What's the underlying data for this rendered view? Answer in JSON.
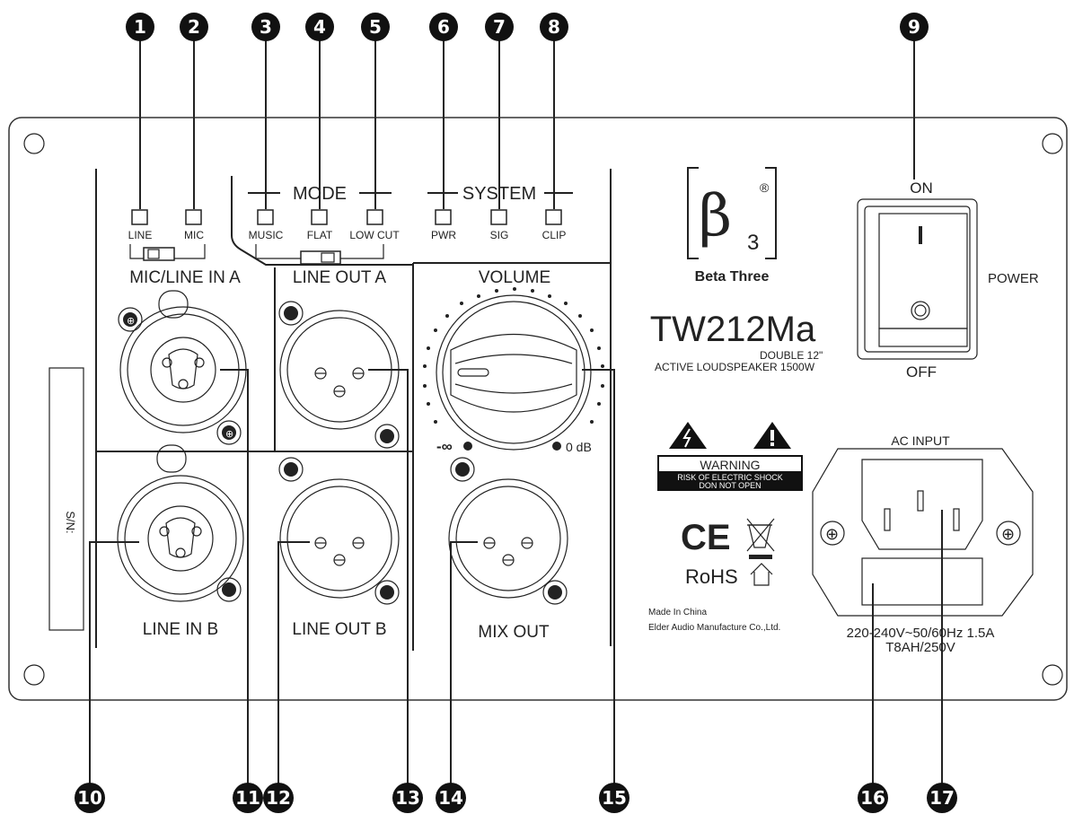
{
  "callouts_top": [
    "1",
    "2",
    "3",
    "4",
    "5",
    "6",
    "7",
    "8",
    "9"
  ],
  "callouts_bottom": [
    "10",
    "11",
    "12",
    "13",
    "14",
    "15",
    "16",
    "17"
  ],
  "panel": {
    "mode_label": "MODE",
    "system_label": "SYSTEM",
    "leds": {
      "line": "LINE",
      "mic": "MIC",
      "music": "MUSIC",
      "flat": "FLAT",
      "low_cut": "LOW CUT",
      "pwr": "PWR",
      "sig": "SIG",
      "clip": "CLIP"
    },
    "mic_line_in_a": "MIC/LINE IN A",
    "line_out_a": "LINE OUT A",
    "line_in_b": "LINE IN B",
    "line_out_b": "LINE OUT B",
    "mix_out": "MIX OUT",
    "volume": "VOLUME",
    "vol_min": "-∞",
    "vol_max": "0 dB",
    "serial": "S/N:",
    "brand_name": "Beta Three",
    "brand_reg": "®",
    "model": "TW212Ma",
    "model_sub1": "DOUBLE 12\"",
    "model_sub2": "ACTIVE LOUDSPEAKER 1500W",
    "warning_title": "WARNING",
    "warning_l1": "RISK OF ELECTRIC SHOCK",
    "warning_l2": "DON NOT OPEN",
    "ce": "CE",
    "rohs": "RoHS",
    "made_in": "Made In China",
    "manufacturer": "Elder Audio Manufacture Co.,Ltd.",
    "switch_on": "ON",
    "switch_off": "OFF",
    "power": "POWER",
    "ac_input": "AC INPUT",
    "ac_spec1": "220-240V~50/60Hz 1.5A",
    "ac_spec2": "T8AH/250V"
  }
}
